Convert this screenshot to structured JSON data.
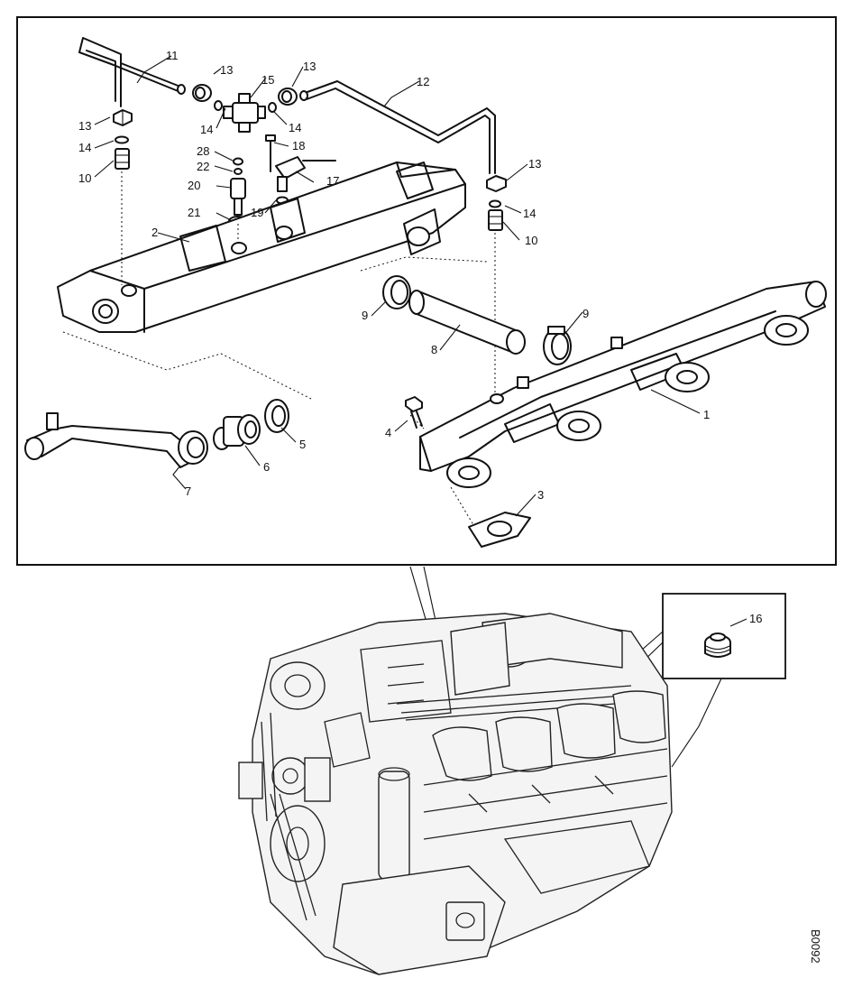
{
  "callouts": [
    {
      "id": "c11",
      "text": "11"
    },
    {
      "id": "c12",
      "text": "12"
    },
    {
      "id": "c13a",
      "text": "13"
    },
    {
      "id": "c13b",
      "text": "13"
    },
    {
      "id": "c13c",
      "text": "13"
    },
    {
      "id": "c13d",
      "text": "13"
    },
    {
      "id": "c14a",
      "text": "14"
    },
    {
      "id": "c14b",
      "text": "14"
    },
    {
      "id": "c14c",
      "text": "14"
    },
    {
      "id": "c14d",
      "text": "14"
    },
    {
      "id": "c15",
      "text": "15"
    },
    {
      "id": "c10a",
      "text": "10"
    },
    {
      "id": "c10b",
      "text": "10"
    },
    {
      "id": "c28",
      "text": "28"
    },
    {
      "id": "c22",
      "text": "22"
    },
    {
      "id": "c20",
      "text": "20"
    },
    {
      "id": "c21",
      "text": "21"
    },
    {
      "id": "c18",
      "text": "18"
    },
    {
      "id": "c17",
      "text": "17"
    },
    {
      "id": "c19",
      "text": "19"
    },
    {
      "id": "c2",
      "text": "2"
    },
    {
      "id": "c9a",
      "text": "9"
    },
    {
      "id": "c9b",
      "text": "9"
    },
    {
      "id": "c8",
      "text": "8"
    },
    {
      "id": "c1",
      "text": "1"
    },
    {
      "id": "c4",
      "text": "4"
    },
    {
      "id": "c5",
      "text": "5"
    },
    {
      "id": "c6",
      "text": "6"
    },
    {
      "id": "c7",
      "text": "7"
    },
    {
      "id": "c3",
      "text": "3"
    },
    {
      "id": "c16",
      "text": "16"
    }
  ],
  "figure_code": "B0092"
}
